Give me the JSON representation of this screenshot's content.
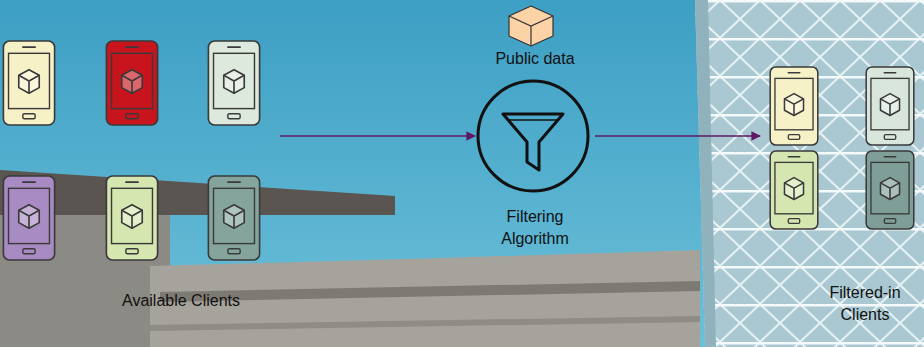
{
  "diagram": {
    "nodes": [
      {
        "text": [
          "Available Clients"
        ]
      },
      {
        "text": [
          "Public data"
        ]
      },
      {
        "text": [
          "Filtering Algorithm"
        ]
      },
      {
        "text": [
          "Filtered-in Clients"
        ]
      }
    ],
    "edges": [
      {
        "from": 0,
        "to": 2,
        "arrow": "to"
      },
      {
        "from": 2,
        "to": 3,
        "arrow": "to"
      }
    ]
  }
}
